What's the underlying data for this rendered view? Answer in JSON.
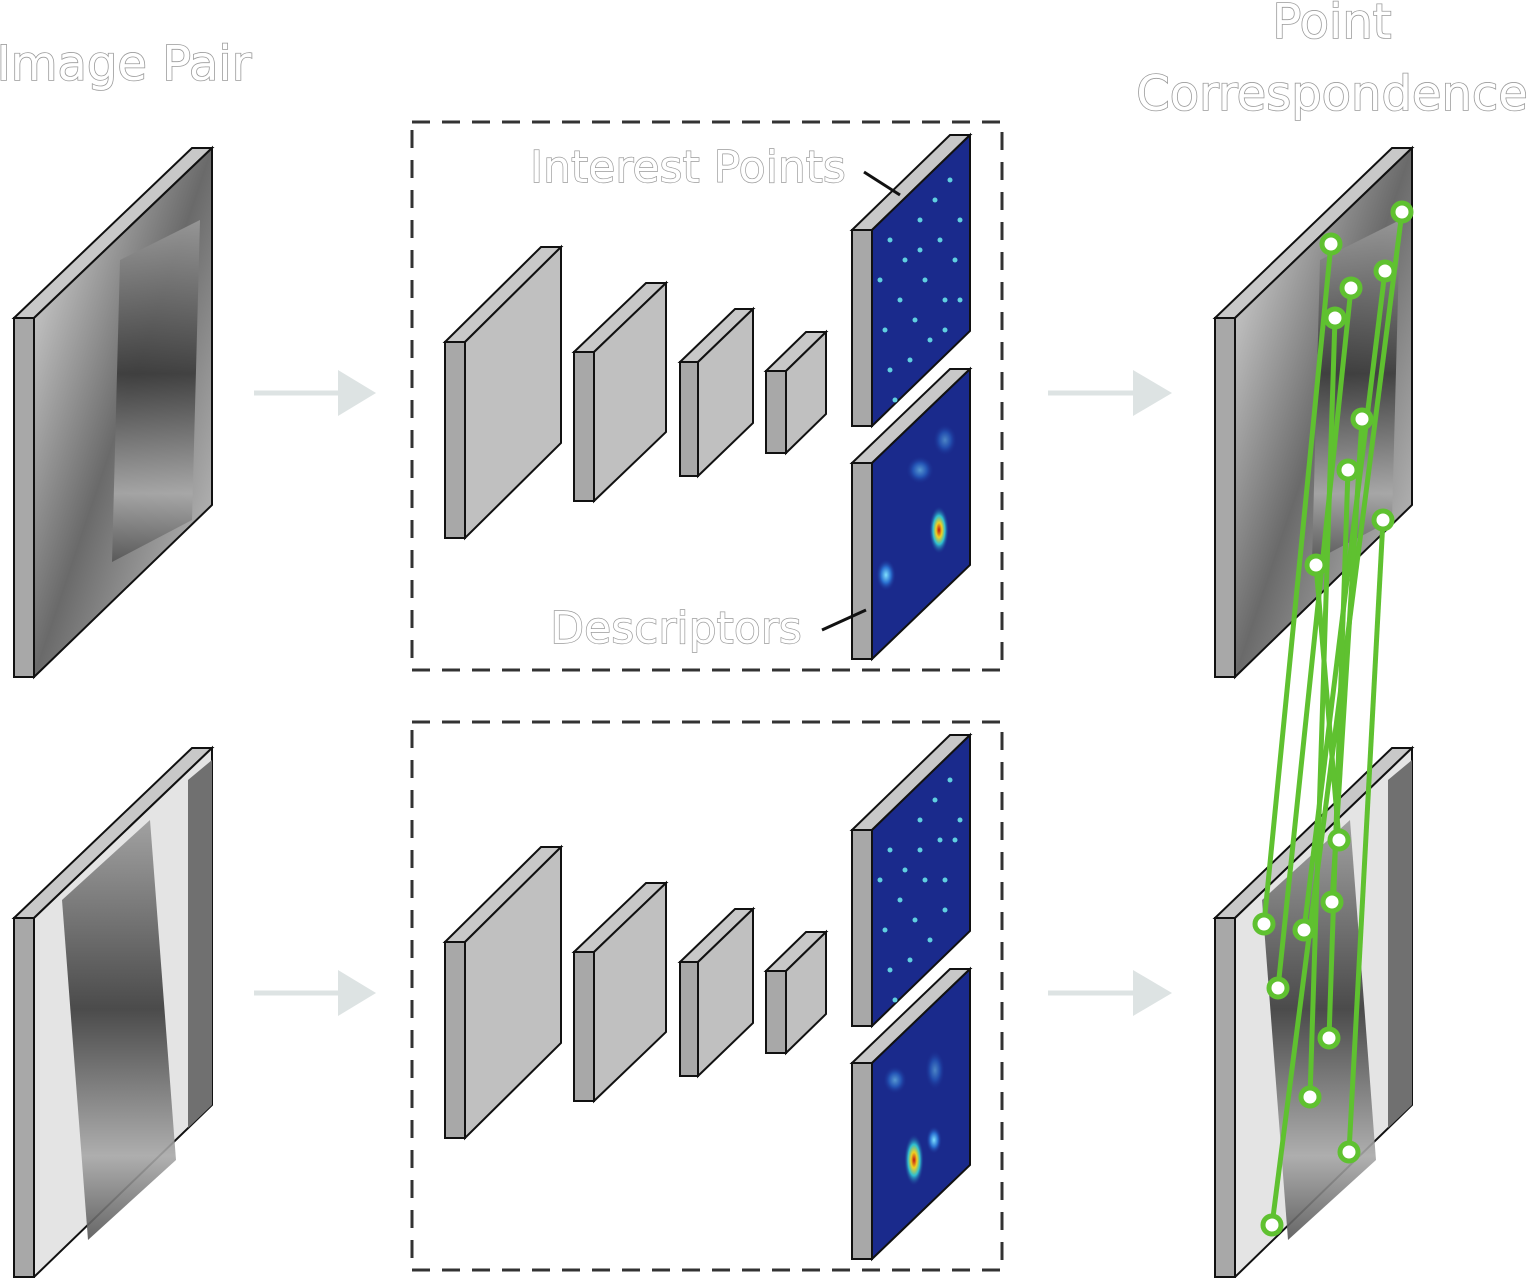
{
  "titles": {
    "image_pair": "Image Pair",
    "point_correspondence_line1": "Point",
    "point_correspondence_line2": "Correspondence"
  },
  "labels": {
    "interest_points": "Interest Points",
    "descriptors": "Descriptors"
  },
  "colors": {
    "layer_face": "#c0c0c0",
    "layer_side": "#a8a8a8",
    "outline": "#111111",
    "arrow": "#dde3e3",
    "match_line": "#5fc130",
    "heatmap_bg": "#1a2a8c",
    "box_dash": "#333333"
  }
}
